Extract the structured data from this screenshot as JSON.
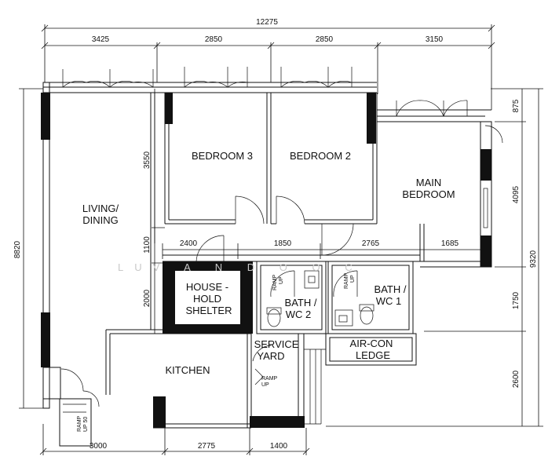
{
  "dimensions": {
    "total_width": "12275",
    "top": [
      "3425",
      "2850",
      "2850",
      "3150"
    ],
    "mid": [
      "2400",
      "1850",
      "2765",
      "1685"
    ],
    "bottom": [
      "3000",
      "2775",
      "1400"
    ],
    "left_total": "8820",
    "left_upper": "3550",
    "left_mid": "1100",
    "left_lower": "2000",
    "right_total": "9320",
    "right": [
      "875",
      "4095",
      "1750",
      "2600"
    ]
  },
  "rooms": {
    "living_line1": "LIVING/",
    "living_line2": "DINING",
    "bedroom3": "BEDROOM 3",
    "bedroom2": "BEDROOM 2",
    "main_line1": "MAIN",
    "main_line2": "BEDROOM",
    "shelter_line1": "HOUSE -",
    "shelter_line2": "HOLD",
    "shelter_line3": "SHELTER",
    "bath2_line1": "BATH /",
    "bath2_line2": "WC 2",
    "bath1_line1": "BATH /",
    "bath1_line2": "WC 1",
    "service_line1": "SERVICE",
    "service_line2": "YARD",
    "kitchen": "KITCHEN",
    "aircon_line1": "AIR-CON",
    "aircon_line2": "LEDGE"
  },
  "ramps": {
    "ramp_label": "RAMP",
    "up_label": "UP",
    "up50_label": "UP 50"
  },
  "watermark": "LUV A N D   O O C"
}
